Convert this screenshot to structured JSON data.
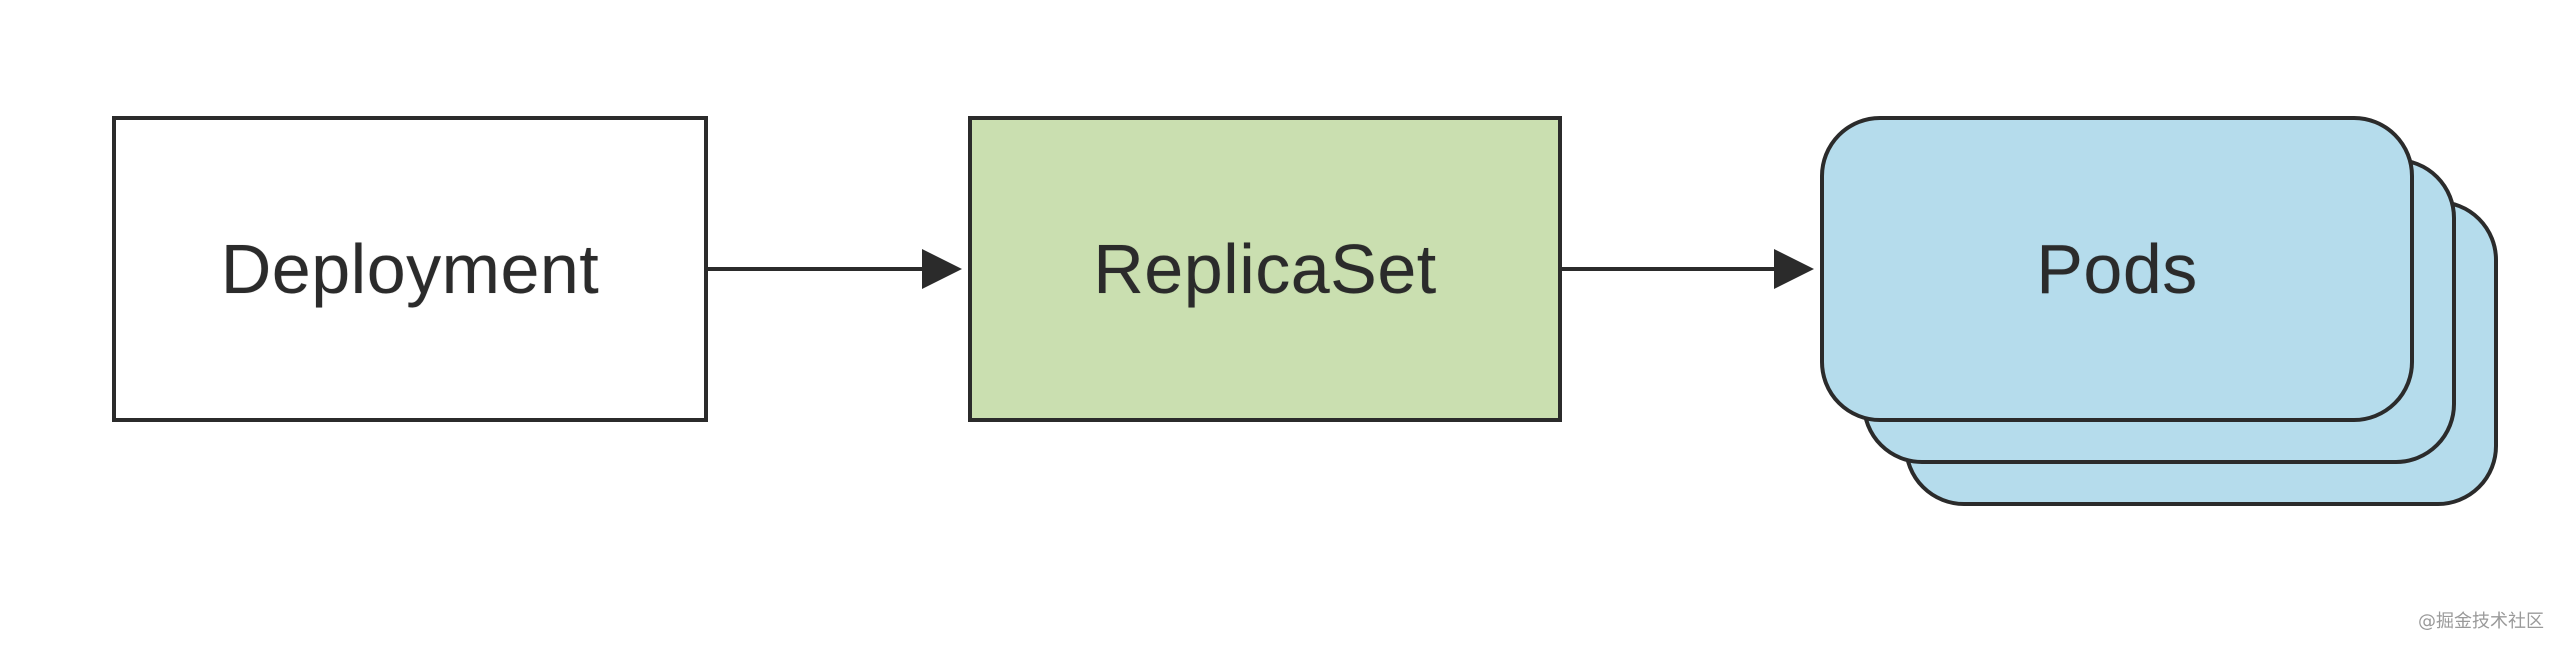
{
  "nodes": {
    "deployment": {
      "label": "Deployment"
    },
    "replicaset": {
      "label": "ReplicaSet"
    },
    "pods": {
      "label": "Pods"
    }
  },
  "colors": {
    "replicaset_fill": "#cadfb0",
    "pods_fill": "#b5dcec",
    "stroke": "#2b2b2b"
  },
  "watermark": "@掘金技术社区"
}
